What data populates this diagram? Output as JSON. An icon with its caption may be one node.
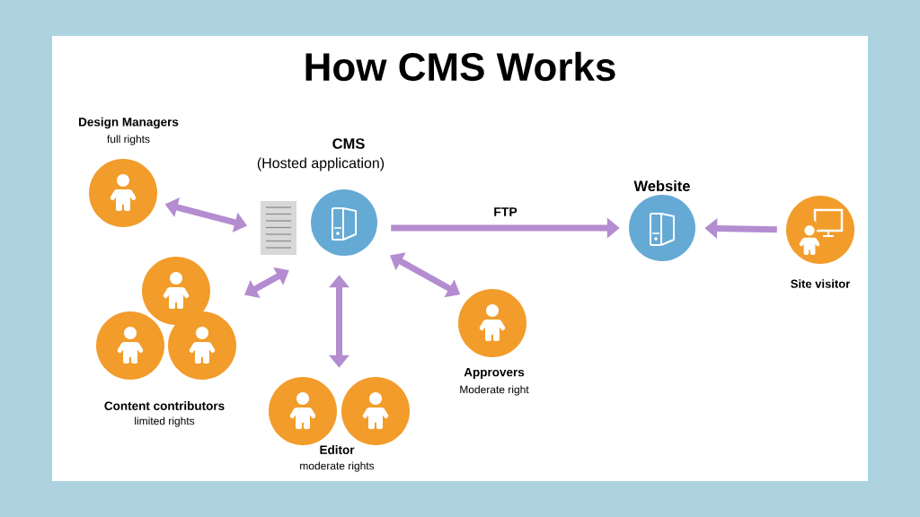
{
  "diagram": {
    "title": "How CMS Works",
    "nodes": [
      {
        "text": [
          "Design Managers",
          "full rights"
        ]
      },
      {
        "text": [
          "CMS",
          "(Hosted application)"
        ]
      },
      {
        "text": [
          "Website"
        ]
      },
      {
        "text": [
          "Site visitor"
        ]
      },
      {
        "text": [
          "Content contributors",
          "limited rights"
        ]
      },
      {
        "text": [
          "Approvers",
          "Moderate right"
        ]
      },
      {
        "text": [
          "Editor",
          "moderate rights"
        ]
      }
    ],
    "edges": [
      {
        "from": 0,
        "to": 1,
        "arrow": "both"
      },
      {
        "from": 1,
        "to": 2,
        "arrow": "to",
        "label": "FTP"
      },
      {
        "from": 3,
        "to": 2,
        "arrow": "to"
      },
      {
        "from": 4,
        "to": 1,
        "arrow": "both"
      },
      {
        "from": 6,
        "to": 1,
        "arrow": "both"
      },
      {
        "from": 5,
        "to": 1,
        "arrow": "both"
      }
    ]
  }
}
